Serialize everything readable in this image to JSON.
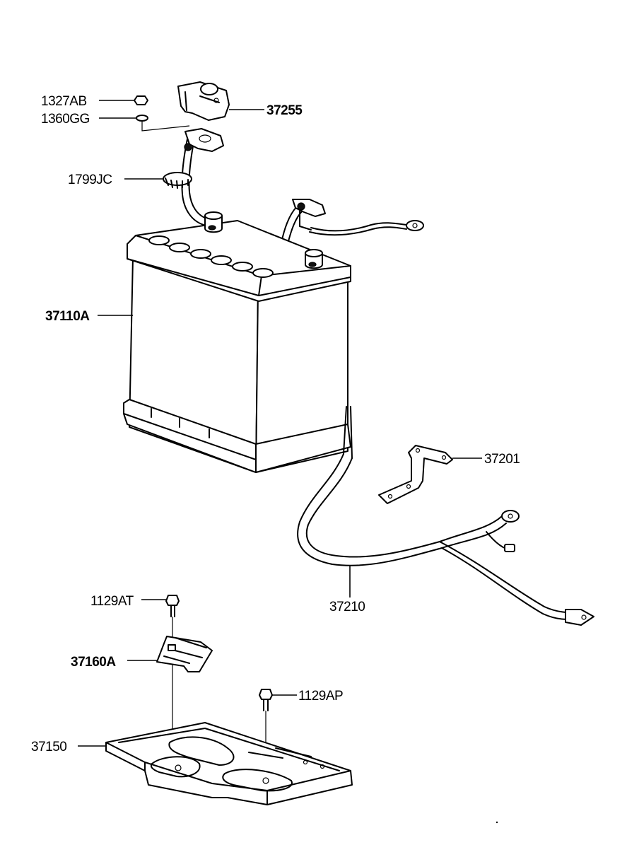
{
  "diagram": {
    "labels": {
      "p1327AB": "1327AB",
      "p1360GG": "1360GG",
      "p37255": "37255",
      "p1799JC": "1799JC",
      "p37110A": "37110A",
      "p37201": "37201",
      "p37210": "37210",
      "p1129AT": "1129AT",
      "p37160A": "37160A",
      "p1129AP": "1129AP",
      "p37150": "37150"
    }
  }
}
